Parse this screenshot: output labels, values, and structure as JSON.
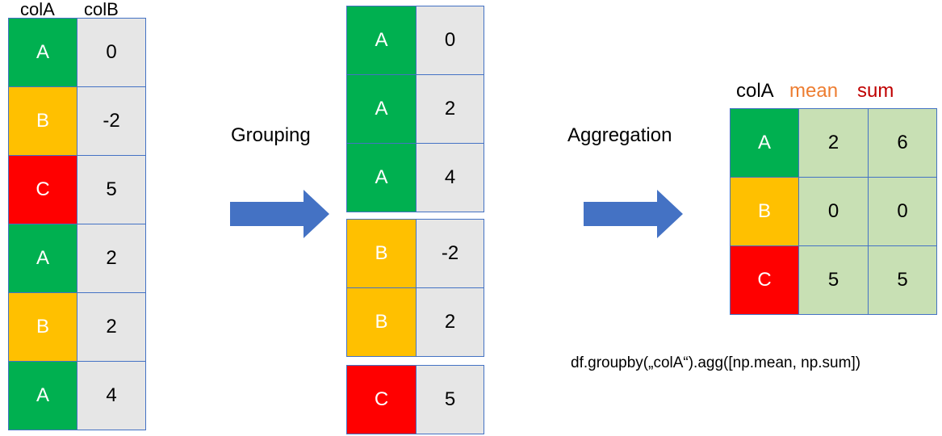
{
  "colors": {
    "A": "#00b050",
    "B": "#ffc000",
    "C": "#ff0000",
    "border": "#4472c4",
    "arrow": "#4472c4",
    "mean": "#ed7d31",
    "sum": "#c00000",
    "value_bg": "#e6e6e6",
    "agg_bg": "#c8e0b4"
  },
  "source": {
    "headers": [
      "colA",
      "colB"
    ],
    "rows": [
      {
        "colA": "A",
        "colB": "0"
      },
      {
        "colA": "B",
        "colB": "-2"
      },
      {
        "colA": "C",
        "colB": "5"
      },
      {
        "colA": "A",
        "colB": "2"
      },
      {
        "colA": "B",
        "colB": "2"
      },
      {
        "colA": "A",
        "colB": "4"
      }
    ]
  },
  "steps": {
    "grouping": "Grouping",
    "aggregation": "Aggregation"
  },
  "groups": [
    {
      "key": "A",
      "rows": [
        {
          "colA": "A",
          "colB": "0"
        },
        {
          "colA": "A",
          "colB": "2"
        },
        {
          "colA": "A",
          "colB": "4"
        }
      ]
    },
    {
      "key": "B",
      "rows": [
        {
          "colA": "B",
          "colB": "-2"
        },
        {
          "colA": "B",
          "colB": "2"
        }
      ]
    },
    {
      "key": "C",
      "rows": [
        {
          "colA": "C",
          "colB": "5"
        }
      ]
    }
  ],
  "result": {
    "headers": [
      "colA",
      "mean",
      "sum"
    ],
    "rows": [
      {
        "colA": "A",
        "mean": "2",
        "sum": "6"
      },
      {
        "colA": "B",
        "mean": "0",
        "sum": "0"
      },
      {
        "colA": "C",
        "mean": "5",
        "sum": "5"
      }
    ]
  },
  "code": "df.groupby(„colA“).agg([np.mean, np.sum])"
}
